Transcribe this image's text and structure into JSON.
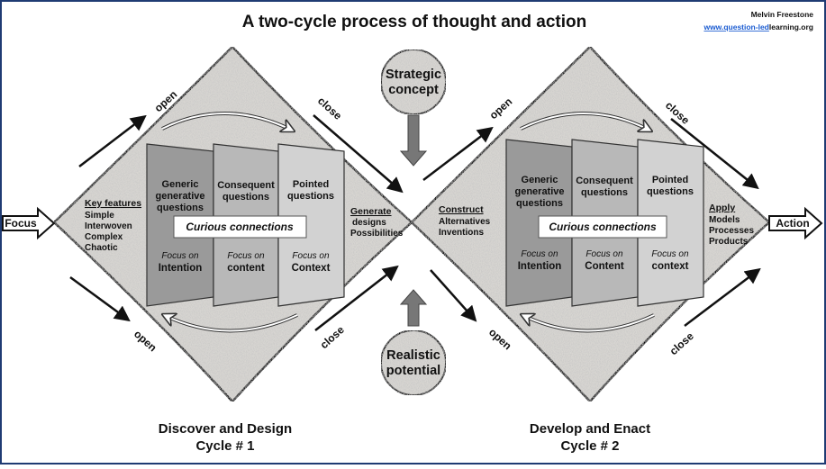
{
  "title": "A two-cycle process of thought and action",
  "credit": {
    "author": "Melvin Freestone",
    "url_link": "www.question-led",
    "url_rest": "learning.org"
  },
  "entry_label": "Focus",
  "exit_label": "Action",
  "flow_labels": {
    "open": "open",
    "close": "close"
  },
  "center_circles": {
    "top": {
      "line1": "Strategic",
      "line2": "concept"
    },
    "bottom": {
      "line1": "Realistic",
      "line2": "potential"
    }
  },
  "cycle1": {
    "name": "Discover and Design",
    "number": "Cycle # 1",
    "left_heading": "Key features",
    "left_items": [
      "Simple",
      "Interwoven",
      "Complex",
      "Chaotic"
    ],
    "right_heading": "Generate",
    "right_items": [
      "designs",
      "Possibilities"
    ],
    "curious": "Curious connections",
    "panels": [
      {
        "title": [
          "Generic",
          "generative",
          "questions"
        ],
        "focus": "Focus on",
        "target": "Intention"
      },
      {
        "title": [
          "Consequent",
          "questions"
        ],
        "focus": "Focus on",
        "target": "content"
      },
      {
        "title": [
          "Pointed",
          "questions"
        ],
        "focus": "Focus on",
        "target": "Context"
      }
    ]
  },
  "cycle2": {
    "name": "Develop and Enact",
    "number": "Cycle # 2",
    "left_heading": "Construct",
    "left_items": [
      "Alternatives",
      "Inventions"
    ],
    "right_heading": "Apply",
    "right_items": [
      "Models",
      "Processes",
      "Products"
    ],
    "curious": "Curious connections",
    "panels": [
      {
        "title": [
          "Generic",
          "generative",
          "questions"
        ],
        "focus": "Focus on",
        "target": "Intention"
      },
      {
        "title": [
          "Consequent",
          "questions"
        ],
        "focus": "Focus on",
        "target": "Content"
      },
      {
        "title": [
          "Pointed",
          "questions"
        ],
        "focus": "Focus on",
        "target": "context"
      }
    ]
  },
  "colors": {
    "diamond_fill": "#d8d6d2",
    "panel_dark": "#9a9a9a",
    "panel_mid": "#b8b8b8",
    "panel_light": "#d2d2d2",
    "border": "#1f3b73"
  }
}
